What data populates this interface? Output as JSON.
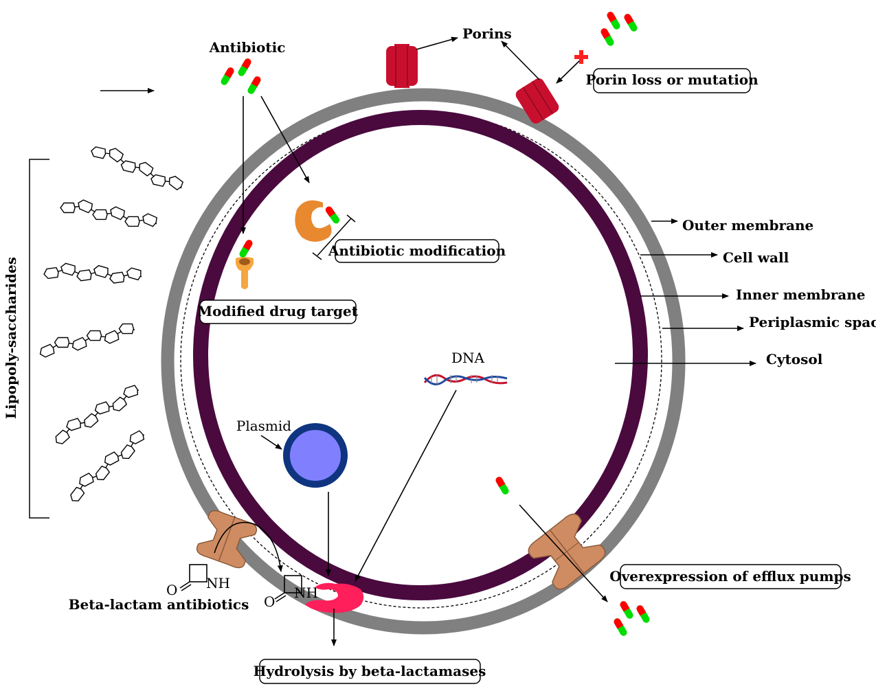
{
  "labels": {
    "antibiotic": "Antibiotic",
    "porins": "Porins",
    "porin_loss": "Porin loss or mutation",
    "outer_membrane": "Outer membrane",
    "cell_wall": "Cell wall",
    "inner_membrane": "Inner membrane",
    "periplasmic_space": "Periplasmic space",
    "cytosol": "Cytosol",
    "lipopolysaccharides": "Lipopoly-saccharides",
    "antibiotic_modification": "Antibiotic modification",
    "modified_drug_target": "Modified drug target",
    "dna": "DNA",
    "plasmid": "Plasmid",
    "beta_lactam": "Beta-lactam antibiotics",
    "nh": "NH",
    "o": "O",
    "efflux": "Overexpression of efflux pumps",
    "hydrolysis": "Hydrolysis by beta-lactamases"
  },
  "colors": {
    "outer_membrane": "#808080",
    "inner_membrane": "#4a0a3e",
    "porin": "#c8102e",
    "pill_red": "#ff0000",
    "pill_green": "#00dd00",
    "enzyme_orange": "#e8892f",
    "target_orange": "#f5a640",
    "plasmid_fill": "#8080ff",
    "plasmid_ring": "#0f3580",
    "beta_lactamase": "#ff1f5a",
    "efflux_pump": "#cf8c63",
    "block_cross": "#ff2020"
  },
  "icons": [
    "antibiotic-pill-icon",
    "porin-icon",
    "red-cross-icon",
    "enzyme-icon",
    "receptor-icon",
    "dna-helix-icon",
    "plasmid-icon",
    "efflux-pump-icon",
    "beta-lactamase-icon",
    "lps-chain-icon"
  ]
}
